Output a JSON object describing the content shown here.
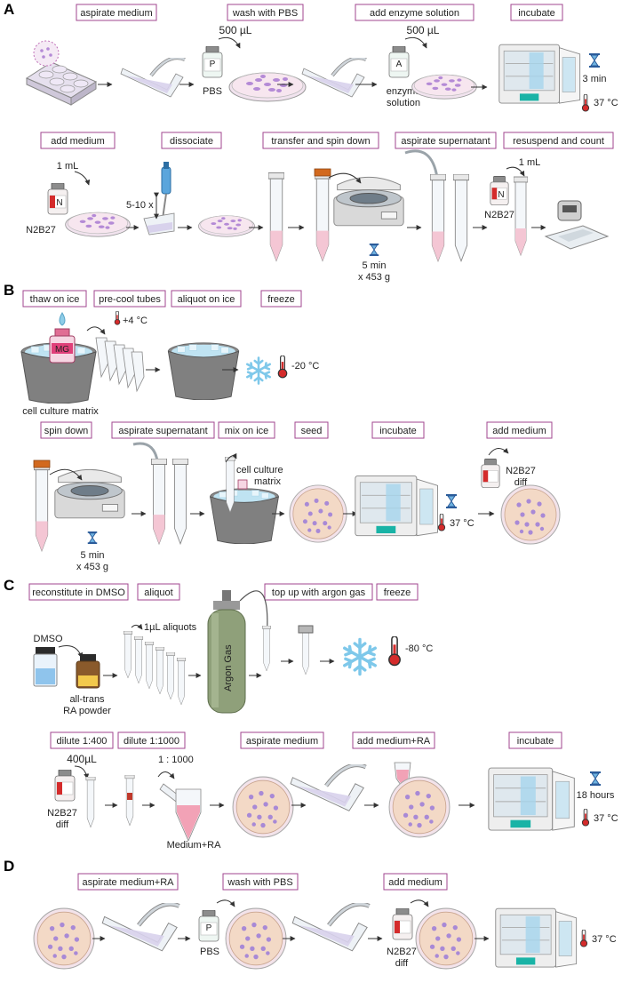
{
  "panels": {
    "A": {
      "label": "A",
      "row1": {
        "steps": [
          "aspirate medium",
          "wash with PBS",
          "add enzyme solution",
          "incubate"
        ],
        "volume_pbs": "500 µL",
        "volume_enzyme": "500 µL",
        "bottle_pbs_letter": "P",
        "bottle_pbs_name": "PBS",
        "bottle_enzyme_letter": "A",
        "bottle_enzyme_name_1": "enzyme",
        "bottle_enzyme_name_2": "solution",
        "time": "3 min",
        "temp": "37 °C"
      },
      "row2": {
        "steps": [
          "add medium",
          "dissociate",
          "transfer and spin down",
          "aspirate supernatant",
          "resuspend and count"
        ],
        "volume_1": "1 mL",
        "bottle_letter_1": "N",
        "bottle_name_1": "N2B27",
        "pipette_count": "5-10 x",
        "spin_time": "5 min",
        "spin_force": "x 453 g",
        "volume_2": "1 mL",
        "bottle_letter_2": "N",
        "bottle_name_2": "N2B27"
      }
    },
    "B": {
      "label": "B",
      "row1": {
        "steps": [
          "thaw on ice",
          "pre-cool tubes",
          "aliquot on ice",
          "freeze"
        ],
        "matrix_bottle": "MG",
        "matrix_caption": "cell culture matrix",
        "precool_temp": "+4 °C",
        "freeze_temp": "-20 °C"
      },
      "row2": {
        "steps": [
          "spin down",
          "aspirate supernatant",
          "mix on ice",
          "seed",
          "incubate",
          "add medium"
        ],
        "spin_time": "5 min",
        "spin_force": "x 453 g",
        "matrix_label_1": "cell culture",
        "matrix_label_2": "matrix",
        "temp": "37 °C",
        "medium_1": "N2B27",
        "medium_2": "diff"
      }
    },
    "C": {
      "label": "C",
      "row1": {
        "steps": [
          "reconstitute in DMSO",
          "aliquot",
          "top up with argon gas",
          "freeze"
        ],
        "dmso": "DMSO",
        "powder_1": "all-trans",
        "powder_2": "RA powder",
        "aliquots": "1µL aliquots",
        "argon": "Argon Gas",
        "freeze_temp": "-80 °C"
      },
      "row2": {
        "steps": [
          "dilute 1:400",
          "dilute 1:1000",
          "aspirate medium",
          "add medium+RA",
          "incubate"
        ],
        "volume": "400µL",
        "ratio": "1 : 1000",
        "medium_1": "N2B27",
        "medium_2": "diff",
        "medium_ra": "Medium+RA",
        "time": "18 hours",
        "temp": "37 °C"
      }
    },
    "D": {
      "label": "D",
      "steps": [
        "aspirate medium+RA",
        "wash with PBS",
        "add medium"
      ],
      "bottle_pbs_letter": "P",
      "bottle_pbs_name": "PBS",
      "medium_1": "N2B27",
      "medium_2": "diff",
      "temp": "37 °C"
    }
  },
  "colors": {
    "tag_border": "#a0458f",
    "arrow": "#333333",
    "dish_pink": "#f6dde6",
    "cell_purple": "#b48ad6",
    "dish_tan": "#f3dcc8",
    "ice_blue": "#8ecde8",
    "incubator": "#e6e6e6",
    "teal": "#19b3a6",
    "red": "#d42b2b",
    "hourglass": "#2a5b9a"
  }
}
